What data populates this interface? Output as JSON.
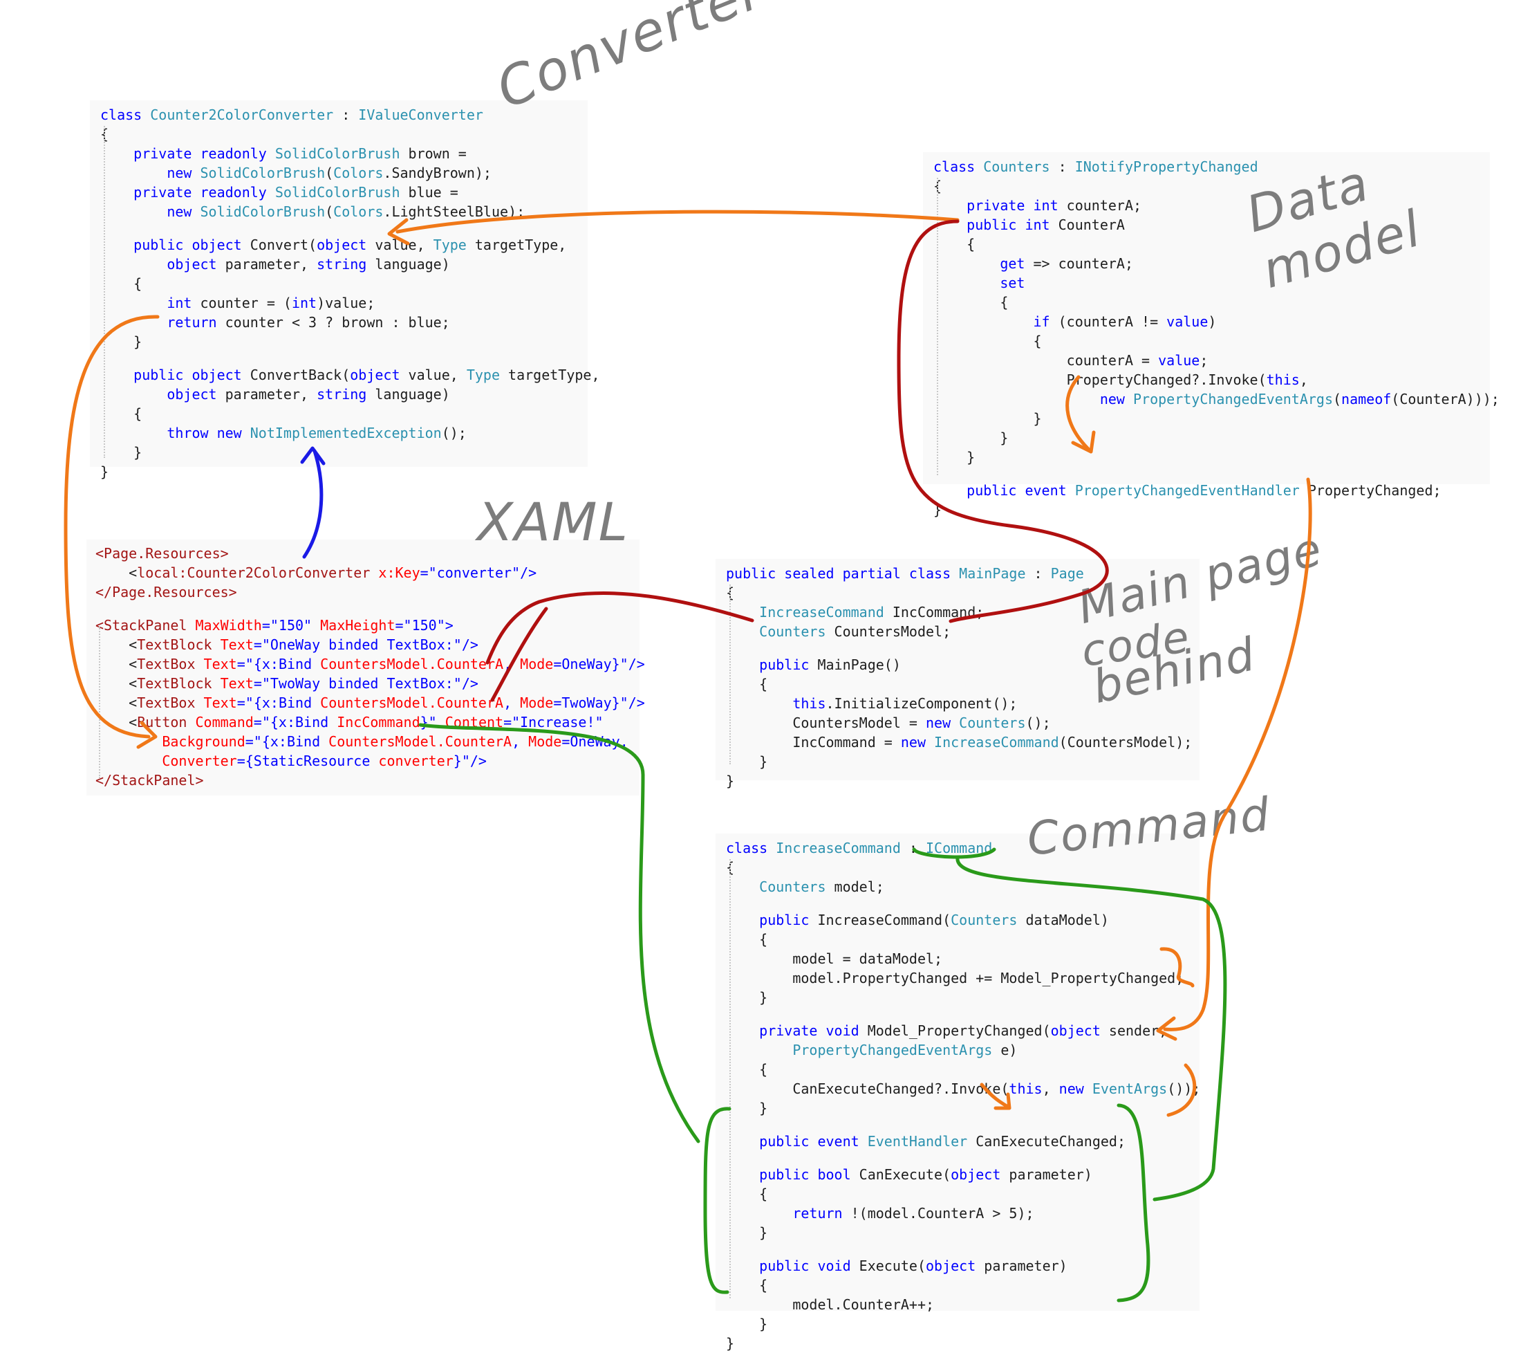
{
  "labels": {
    "converter": "Converter",
    "data_model": "Data model",
    "xaml": "XAML",
    "main_page_1": "Main page",
    "main_page_2": "code",
    "main_page_3": "behind",
    "command": "Command"
  },
  "colors": {
    "keyword": "#0000ff",
    "type": "#2b91af",
    "xaml_tag": "#a31515",
    "xaml_attr": "#ff0000",
    "arrow_orange": "#f07818",
    "arrow_darkred": "#b01010",
    "arrow_blue": "#1a1ae6",
    "arrow_green": "#2a9a1a"
  },
  "converter_code": [
    [
      [
        "class ",
        "kw"
      ],
      [
        "Counter2ColorConverter",
        "ty"
      ],
      [
        " : ",
        ""
      ],
      [
        "IValueConverter",
        "ty"
      ]
    ],
    [
      [
        "{",
        ""
      ]
    ],
    [
      [
        "    ",
        ""
      ],
      [
        "private readonly ",
        "kw"
      ],
      [
        "SolidColorBrush",
        "ty"
      ],
      [
        " brown =",
        ""
      ]
    ],
    [
      [
        "        ",
        ""
      ],
      [
        "new ",
        "kw"
      ],
      [
        "SolidColorBrush",
        "ty"
      ],
      [
        "(",
        ""
      ],
      [
        "Colors",
        "ty"
      ],
      [
        ".SandyBrown);",
        ""
      ]
    ],
    [
      [
        "    ",
        ""
      ],
      [
        "private readonly ",
        "kw"
      ],
      [
        "SolidColorBrush",
        "ty"
      ],
      [
        " blue =",
        ""
      ]
    ],
    [
      [
        "        ",
        ""
      ],
      [
        "new ",
        "kw"
      ],
      [
        "SolidColorBrush",
        "ty"
      ],
      [
        "(",
        ""
      ],
      [
        "Colors",
        "ty"
      ],
      [
        ".LightSteelBlue);",
        ""
      ]
    ],
    "gap",
    [
      [
        "    ",
        ""
      ],
      [
        "public object ",
        "kw"
      ],
      [
        "Convert(",
        ""
      ],
      [
        "object",
        "kw"
      ],
      [
        " value, ",
        ""
      ],
      [
        "Type",
        "ty"
      ],
      [
        " targetType,",
        ""
      ]
    ],
    [
      [
        "        ",
        ""
      ],
      [
        "object",
        "kw"
      ],
      [
        " parameter, ",
        ""
      ],
      [
        "string",
        "kw"
      ],
      [
        " language)",
        ""
      ]
    ],
    [
      [
        "    {",
        ""
      ]
    ],
    [
      [
        "        ",
        ""
      ],
      [
        "int",
        "kw"
      ],
      [
        " counter = (",
        ""
      ],
      [
        "int",
        "kw"
      ],
      [
        ")value;",
        ""
      ]
    ],
    [
      [
        "        ",
        ""
      ],
      [
        "return",
        "kw"
      ],
      [
        " counter < 3 ? brown : blue;",
        ""
      ]
    ],
    [
      [
        "    }",
        ""
      ]
    ],
    "gap",
    [
      [
        "    ",
        ""
      ],
      [
        "public object ",
        "kw"
      ],
      [
        "ConvertBack(",
        ""
      ],
      [
        "object",
        "kw"
      ],
      [
        " value, ",
        ""
      ],
      [
        "Type",
        "ty"
      ],
      [
        " targetType,",
        ""
      ]
    ],
    [
      [
        "        ",
        ""
      ],
      [
        "object",
        "kw"
      ],
      [
        " parameter, ",
        ""
      ],
      [
        "string",
        "kw"
      ],
      [
        " language)",
        ""
      ]
    ],
    [
      [
        "    {",
        ""
      ]
    ],
    [
      [
        "        ",
        ""
      ],
      [
        "throw new ",
        "kw"
      ],
      [
        "NotImplementedException",
        "ty"
      ],
      [
        "();",
        ""
      ]
    ],
    [
      [
        "    }",
        ""
      ]
    ],
    [
      [
        "}",
        ""
      ]
    ]
  ],
  "counters_code": [
    [
      [
        "class ",
        "kw"
      ],
      [
        "Counters",
        "ty"
      ],
      [
        " : ",
        ""
      ],
      [
        "INotifyPropertyChanged",
        "ty"
      ]
    ],
    [
      [
        "{",
        ""
      ]
    ],
    [
      [
        "    ",
        ""
      ],
      [
        "private int ",
        "kw"
      ],
      [
        "counterA;",
        ""
      ]
    ],
    [
      [
        "    ",
        ""
      ],
      [
        "public int ",
        "kw"
      ],
      [
        "CounterA",
        ""
      ]
    ],
    [
      [
        "    {",
        ""
      ]
    ],
    [
      [
        "        ",
        ""
      ],
      [
        "get",
        "kw"
      ],
      [
        " => counterA;",
        ""
      ]
    ],
    [
      [
        "        ",
        ""
      ],
      [
        "set",
        "kw"
      ]
    ],
    [
      [
        "        {",
        ""
      ]
    ],
    [
      [
        "            ",
        ""
      ],
      [
        "if",
        "kw"
      ],
      [
        " (counterA != ",
        ""
      ],
      [
        "value",
        "kw"
      ],
      [
        ")",
        ""
      ]
    ],
    [
      [
        "            {",
        ""
      ]
    ],
    [
      [
        "                counterA = ",
        ""
      ],
      [
        "value",
        "kw"
      ],
      [
        ";",
        ""
      ]
    ],
    [
      [
        "                PropertyChanged?.Invoke(",
        ""
      ],
      [
        "this",
        "kw"
      ],
      [
        ",",
        ""
      ]
    ],
    [
      [
        "                    ",
        ""
      ],
      [
        "new ",
        "kw"
      ],
      [
        "PropertyChangedEventArgs",
        "ty"
      ],
      [
        "(",
        ""
      ],
      [
        "nameof",
        "kw"
      ],
      [
        "(CounterA)));",
        ""
      ]
    ],
    [
      [
        "            }",
        ""
      ]
    ],
    [
      [
        "        }",
        ""
      ]
    ],
    [
      [
        "    }",
        ""
      ]
    ],
    "gap",
    [
      [
        "    ",
        ""
      ],
      [
        "public event ",
        "kw"
      ],
      [
        "PropertyChangedEventHandler",
        "ty"
      ],
      [
        " PropertyChanged;",
        ""
      ]
    ],
    [
      [
        "}",
        ""
      ]
    ]
  ],
  "xaml_code": [
    [
      [
        "<Page.Resources>",
        "xt"
      ]
    ],
    [
      [
        "    <",
        ""
      ],
      [
        "local:Counter2ColorConverter",
        "xt"
      ],
      [
        " x:Key",
        "xa"
      ],
      [
        "=\"converter\"",
        "xv"
      ],
      [
        "/>",
        "xv"
      ]
    ],
    [
      [
        "</Page.Resources>",
        "xt"
      ]
    ],
    "gap",
    [
      [
        "<StackPanel",
        "xt"
      ],
      [
        " MaxWidth",
        "xa"
      ],
      [
        "=\"150\"",
        "xv"
      ],
      [
        " MaxHeight",
        "xa"
      ],
      [
        "=\"150\"",
        "xv"
      ],
      [
        ">",
        "xv"
      ]
    ],
    [
      [
        "    <",
        ""
      ],
      [
        "TextBlock",
        "xt"
      ],
      [
        " Text",
        "xa"
      ],
      [
        "=\"OneWay binded TextBox:\"",
        "xv"
      ],
      [
        "/>",
        "xv"
      ]
    ],
    [
      [
        "    <",
        ""
      ],
      [
        "TextBox",
        "xt"
      ],
      [
        " Text",
        "xa"
      ],
      [
        "=\"{x:Bind ",
        "xv"
      ],
      [
        "CountersModel.CounterA",
        "xa"
      ],
      [
        ", ",
        "xv"
      ],
      [
        "Mode",
        "xa"
      ],
      [
        "=OneWay}\"",
        "xv"
      ],
      [
        "/>",
        "xv"
      ]
    ],
    [
      [
        "    <",
        ""
      ],
      [
        "TextBlock",
        "xt"
      ],
      [
        " Text",
        "xa"
      ],
      [
        "=\"TwoWay binded TextBox:\"",
        "xv"
      ],
      [
        "/>",
        "xv"
      ]
    ],
    [
      [
        "    <",
        ""
      ],
      [
        "TextBox",
        "xt"
      ],
      [
        " Text",
        "xa"
      ],
      [
        "=\"{x:Bind ",
        "xv"
      ],
      [
        "CountersModel.CounterA",
        "xa"
      ],
      [
        ", ",
        "xv"
      ],
      [
        "Mode",
        "xa"
      ],
      [
        "=TwoWay}\"",
        "xv"
      ],
      [
        "/>",
        "xv"
      ]
    ],
    [
      [
        "    <",
        ""
      ],
      [
        "Button",
        "xt"
      ],
      [
        " Command",
        "xa"
      ],
      [
        "=\"{x:Bind ",
        "xv"
      ],
      [
        "IncCommand",
        "xa"
      ],
      [
        "}\"",
        "xv"
      ],
      [
        " Content",
        "xa"
      ],
      [
        "=\"Increase!\"",
        "xv"
      ]
    ],
    [
      [
        "        Background",
        "xa"
      ],
      [
        "=\"{x:Bind ",
        "xv"
      ],
      [
        "CountersModel.CounterA",
        "xa"
      ],
      [
        ", ",
        "xv"
      ],
      [
        "Mode",
        "xa"
      ],
      [
        "=OneWay,",
        "xv"
      ]
    ],
    [
      [
        "        Converter",
        "xa"
      ],
      [
        "={StaticResource ",
        "xv"
      ],
      [
        "converter",
        "xa"
      ],
      [
        "}\"",
        "xv"
      ],
      [
        "/>",
        "xv"
      ]
    ],
    [
      [
        "</StackPanel>",
        "xt"
      ]
    ]
  ],
  "mainpage_code": [
    [
      [
        "public sealed partial class ",
        "kw"
      ],
      [
        "MainPage",
        "ty"
      ],
      [
        " : ",
        ""
      ],
      [
        "Page",
        "ty"
      ]
    ],
    [
      [
        "{",
        ""
      ]
    ],
    [
      [
        "    ",
        ""
      ],
      [
        "IncreaseCommand",
        "ty"
      ],
      [
        " IncCommand;",
        ""
      ]
    ],
    [
      [
        "    ",
        ""
      ],
      [
        "Counters",
        "ty"
      ],
      [
        " CountersModel;",
        ""
      ]
    ],
    "gap",
    [
      [
        "    ",
        ""
      ],
      [
        "public ",
        "kw"
      ],
      [
        "MainPage()",
        ""
      ]
    ],
    [
      [
        "    {",
        ""
      ]
    ],
    [
      [
        "        ",
        ""
      ],
      [
        "this",
        "kw"
      ],
      [
        ".InitializeComponent();",
        ""
      ]
    ],
    [
      [
        "        CountersModel = ",
        ""
      ],
      [
        "new ",
        "kw"
      ],
      [
        "Counters",
        "ty"
      ],
      [
        "();",
        ""
      ]
    ],
    [
      [
        "        IncCommand = ",
        ""
      ],
      [
        "new ",
        "kw"
      ],
      [
        "IncreaseCommand",
        "ty"
      ],
      [
        "(CountersModel);",
        ""
      ]
    ],
    [
      [
        "    }",
        ""
      ]
    ],
    [
      [
        "}",
        ""
      ]
    ]
  ],
  "command_code": [
    [
      [
        "class ",
        "kw"
      ],
      [
        "IncreaseCommand",
        "ty"
      ],
      [
        " : ",
        ""
      ],
      [
        "ICommand",
        "ty"
      ]
    ],
    [
      [
        "{",
        ""
      ]
    ],
    [
      [
        "    ",
        ""
      ],
      [
        "Counters",
        "ty"
      ],
      [
        " model;",
        ""
      ]
    ],
    "gap",
    [
      [
        "    ",
        ""
      ],
      [
        "public ",
        "kw"
      ],
      [
        "IncreaseCommand(",
        ""
      ],
      [
        "Counters",
        "ty"
      ],
      [
        " dataModel)",
        ""
      ]
    ],
    [
      [
        "    {",
        ""
      ]
    ],
    [
      [
        "        model = dataModel;",
        ""
      ]
    ],
    [
      [
        "        model.PropertyChanged += Model_PropertyChanged;",
        ""
      ]
    ],
    [
      [
        "    }",
        ""
      ]
    ],
    "gap",
    [
      [
        "    ",
        ""
      ],
      [
        "private void ",
        "kw"
      ],
      [
        "Model_PropertyChanged(",
        ""
      ],
      [
        "object",
        "kw"
      ],
      [
        " sender,",
        ""
      ]
    ],
    [
      [
        "        ",
        ""
      ],
      [
        "PropertyChangedEventArgs",
        "ty"
      ],
      [
        " e)",
        ""
      ]
    ],
    [
      [
        "    {",
        ""
      ]
    ],
    [
      [
        "        CanExecuteChanged?.Invoke(",
        ""
      ],
      [
        "this",
        "kw"
      ],
      [
        ", ",
        ""
      ],
      [
        "new ",
        "kw"
      ],
      [
        "EventArgs",
        "ty"
      ],
      [
        "());",
        ""
      ]
    ],
    [
      [
        "    }",
        ""
      ]
    ],
    "gap",
    [
      [
        "    ",
        ""
      ],
      [
        "public event ",
        "kw"
      ],
      [
        "EventHandler",
        "ty"
      ],
      [
        " CanExecuteChanged;",
        ""
      ]
    ],
    "gap",
    [
      [
        "    ",
        ""
      ],
      [
        "public bool ",
        "kw"
      ],
      [
        "CanExecute(",
        ""
      ],
      [
        "object",
        "kw"
      ],
      [
        " parameter)",
        ""
      ]
    ],
    [
      [
        "    {",
        ""
      ]
    ],
    [
      [
        "        ",
        ""
      ],
      [
        "return",
        "kw"
      ],
      [
        " !(model.CounterA > 5);",
        ""
      ]
    ],
    [
      [
        "    }",
        ""
      ]
    ],
    "gap",
    [
      [
        "    ",
        ""
      ],
      [
        "public void ",
        "kw"
      ],
      [
        "Execute(",
        ""
      ],
      [
        "object",
        "kw"
      ],
      [
        " parameter)",
        ""
      ]
    ],
    [
      [
        "    {",
        ""
      ]
    ],
    [
      [
        "        model.CounterA++;",
        ""
      ]
    ],
    [
      [
        "    }",
        ""
      ]
    ],
    [
      [
        "}",
        ""
      ]
    ]
  ]
}
